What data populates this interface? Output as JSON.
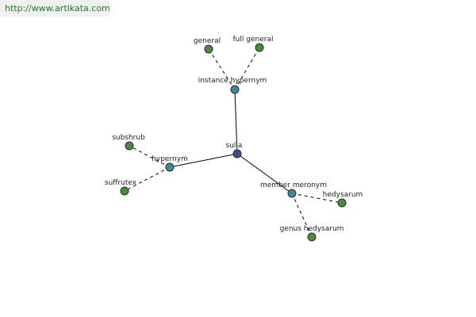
{
  "watermark": {
    "text": "http://www.artikata.com"
  },
  "graph": {
    "colors": {
      "root": "#3a4f95",
      "relation": "#3e8a9a",
      "leaf": "#4d8a3e"
    },
    "nodes": {
      "root": {
        "label": "sulla"
      },
      "instance_hypernym": {
        "label": "instance hypernym"
      },
      "hypernym": {
        "label": "hypernym"
      },
      "member_meronym": {
        "label": "member meronym"
      },
      "general": {
        "label": "general"
      },
      "full_general": {
        "label": "full general"
      },
      "subshrub": {
        "label": "subshrub"
      },
      "suffrutex": {
        "label": "suffrutex"
      },
      "hedysarum": {
        "label": "hedysarum"
      },
      "genus_hedysarum": {
        "label": "genus hedysarum"
      }
    }
  }
}
